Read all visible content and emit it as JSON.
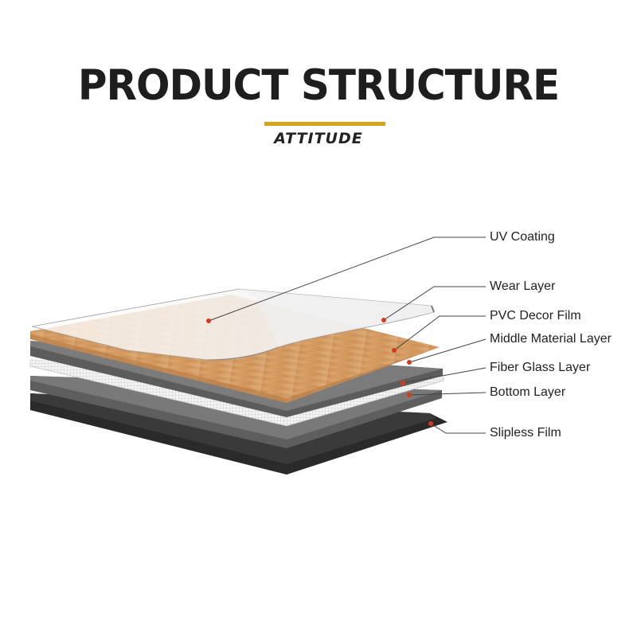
{
  "title": "PRODUCT STRUCTURE",
  "brand": "ATTITUDE",
  "colors": {
    "accent": "#d8a21c",
    "leader_dot": "#d9381e"
  },
  "layers": [
    {
      "label": "UV Coating"
    },
    {
      "label": "Wear Layer"
    },
    {
      "label": "PVC Decor Film"
    },
    {
      "label": "Middle Material Layer"
    },
    {
      "label": "Fiber Glass Layer"
    },
    {
      "label": "Bottom Layer"
    },
    {
      "label": "Slipless Film"
    }
  ]
}
